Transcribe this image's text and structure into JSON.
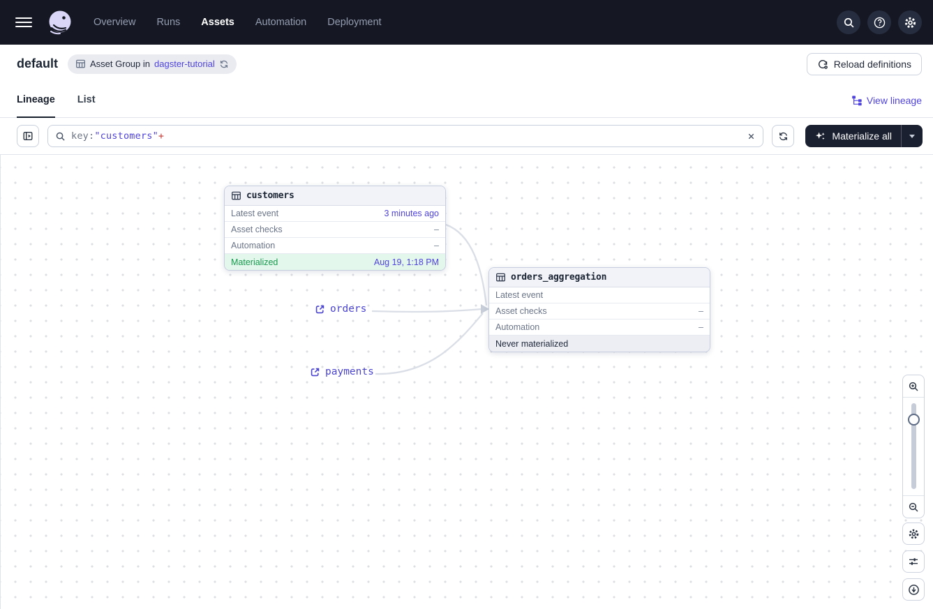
{
  "nav": {
    "items": [
      "Overview",
      "Runs",
      "Assets",
      "Automation",
      "Deployment"
    ]
  },
  "header": {
    "title": "default",
    "badge_prefix": "Asset Group in",
    "badge_link": "dagster-tutorial",
    "reload_label": "Reload definitions"
  },
  "tabs": {
    "lineage": "Lineage",
    "list": "List",
    "view_lineage": "View lineage"
  },
  "toolbar": {
    "search_key": "key:",
    "search_value": "\"customers\"",
    "search_plus": "+",
    "materialize_label": "Materialize all"
  },
  "graph": {
    "nodes": [
      {
        "name": "customers",
        "rows": [
          {
            "label": "Latest event",
            "value": "3 minutes ago"
          },
          {
            "label": "Asset checks",
            "value": "–"
          },
          {
            "label": "Automation",
            "value": "–"
          },
          {
            "label": "Materialized",
            "value": "Aug 19, 1:18 PM"
          }
        ]
      },
      {
        "name": "orders_aggregation",
        "rows": [
          {
            "label": "Latest event",
            "value": ""
          },
          {
            "label": "Asset checks",
            "value": "–"
          },
          {
            "label": "Automation",
            "value": "–"
          },
          {
            "label": "Never materialized",
            "value": ""
          }
        ]
      }
    ],
    "external_assets": [
      {
        "label": "orders"
      },
      {
        "label": "payments"
      }
    ]
  },
  "colors": {
    "accent": "#4f43dd",
    "success": "#169a4d",
    "success_bg": "#e4f7ec",
    "navbar_bg": "#151823",
    "plus_red": "#bf3a32",
    "edge": "#dadee6"
  }
}
